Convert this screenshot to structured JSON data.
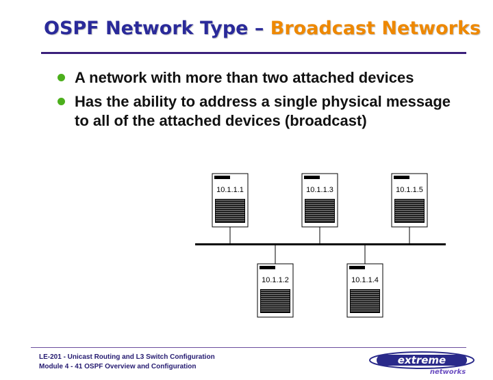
{
  "title": {
    "part1": "OSPF Network Type – ",
    "part2": "Broadcast Networks"
  },
  "bullets": [
    "A network with more than two attached devices",
    "Has the ability to address a single physical message to all of the attached devices (broadcast)"
  ],
  "devices": [
    {
      "label": "10.1.1.1"
    },
    {
      "label": "10.1.1.3"
    },
    {
      "label": "10.1.1.5"
    },
    {
      "label": "10.1.1.2"
    },
    {
      "label": "10.1.1.4"
    }
  ],
  "footer": {
    "line1": "LE-201 - Unicast Routing and L3 Switch Configuration",
    "line2": "Module 4 - 41  OSPF Overview and Configuration"
  },
  "logo": {
    "word1": "extreme",
    "word2": "networks"
  },
  "colors": {
    "title_blue": "#2a2a9a",
    "title_orange": "#ee8800",
    "bullet_green": "#4caf1c",
    "footer_text": "#241a70"
  }
}
